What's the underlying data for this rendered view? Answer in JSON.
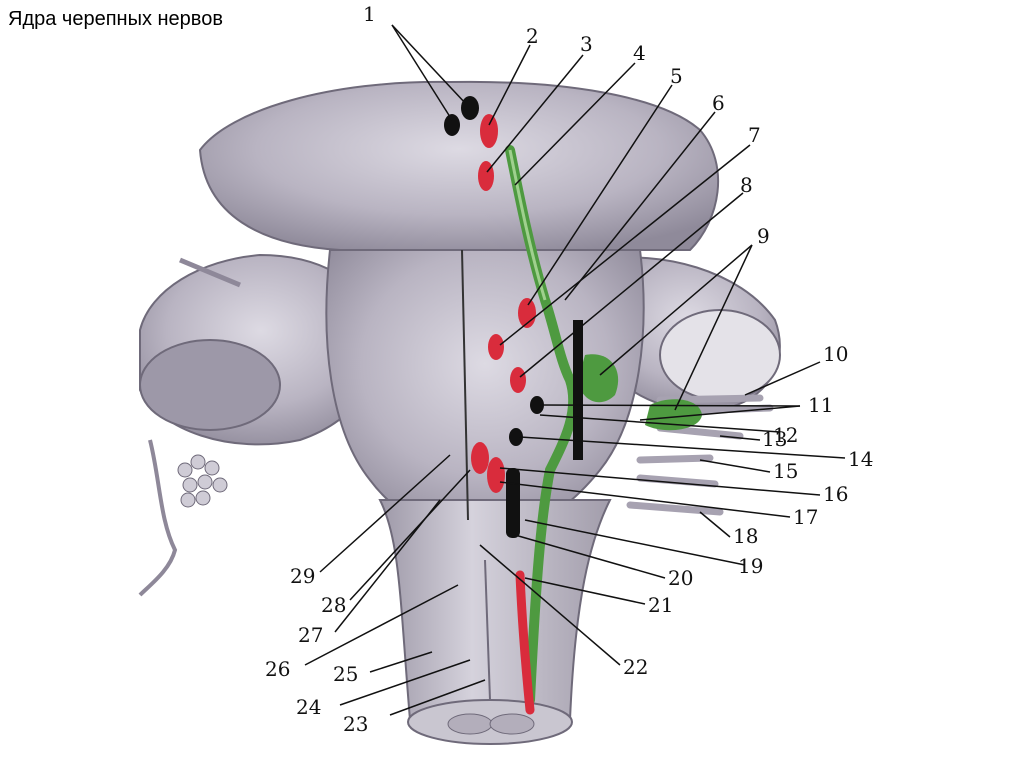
{
  "title": "Ядра черепных нервов",
  "colors": {
    "tissue": "#b7b2c0",
    "tissue_dark": "#8e8899",
    "tissue_light": "#dcd9e2",
    "motor": "#d92c3c",
    "sensory": "#4e9a40",
    "parasympathetic": "#111111",
    "leader": "#111111"
  },
  "labels": [
    "1",
    "2",
    "3",
    "4",
    "5",
    "6",
    "7",
    "8",
    "9",
    "10",
    "11",
    "12",
    "13",
    "14",
    "15",
    "16",
    "17",
    "18",
    "19",
    "20",
    "21",
    "22",
    "23",
    "24",
    "25",
    "26",
    "27",
    "28",
    "29"
  ]
}
